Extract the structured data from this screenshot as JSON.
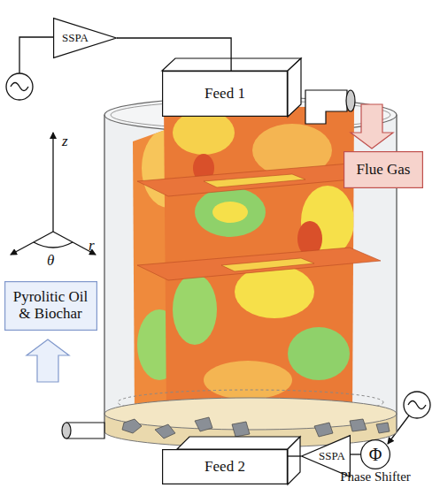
{
  "diagram": {
    "nodes": [
      {
        "text": [
          "SSPA"
        ]
      },
      {
        "text": [
          "Feed 1"
        ]
      },
      {
        "text": [
          "Flue Gas"
        ]
      },
      {
        "text": [
          "Pyrolitic Oil & Biochar"
        ]
      },
      {
        "text": [
          "Feed 2"
        ]
      },
      {
        "text": [
          "SSPA"
        ]
      },
      {
        "text": [
          "Φ",
          "Phase Shifter"
        ]
      }
    ],
    "edges": [
      {
        "from": 0,
        "to": 1,
        "arrow": "none"
      },
      {
        "from": 6,
        "to": 5,
        "arrow": "none"
      },
      {
        "from": 5,
        "to": 4,
        "arrow": "none"
      }
    ],
    "labels": [
      "z",
      "r",
      "θ"
    ]
  }
}
